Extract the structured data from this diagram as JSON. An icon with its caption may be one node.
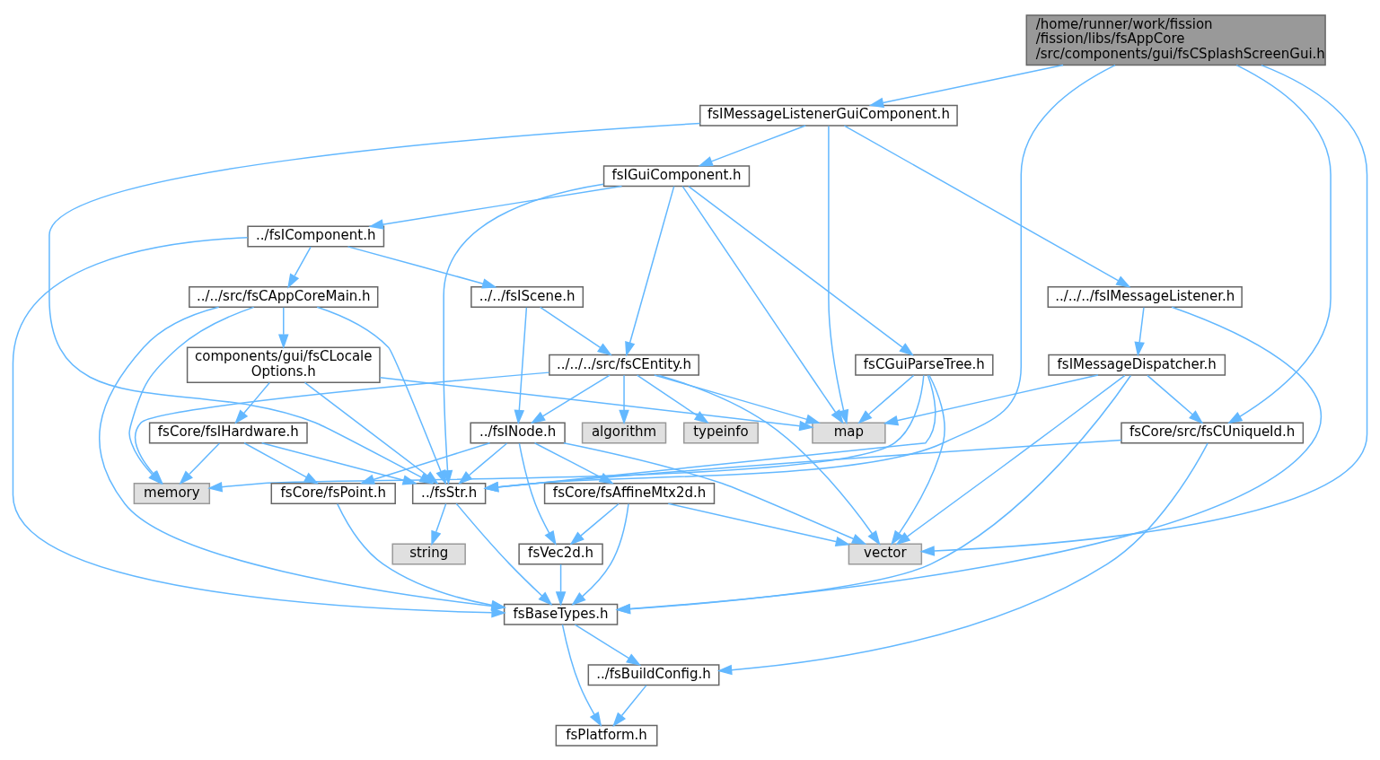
{
  "diagram": {
    "nodes": [
      {
        "text": [
          "/home/runner/work/fission /fission/libs/fsAppCore /src/components/gui/fsCSplashScreenGui.h"
        ]
      },
      {
        "text": [
          "fsIMessageListenerGuiComponent.h"
        ]
      },
      {
        "text": [
          "fsIGuiComponent.h"
        ]
      },
      {
        "text": [
          "../fsIComponent.h"
        ]
      },
      {
        "text": [
          "../../fsIScene.h"
        ]
      },
      {
        "text": [
          "../../src/fsCAppCoreMain.h"
        ]
      },
      {
        "text": [
          "../../../fsIMessageListener.h"
        ]
      },
      {
        "text": [
          "../../../src/fsCEntity.h"
        ]
      },
      {
        "text": [
          "fsCGuiParseTree.h"
        ]
      },
      {
        "text": [
          "components/gui/fsCLocale Options.h"
        ]
      },
      {
        "text": [
          "fsIMessageDispatcher.h"
        ]
      },
      {
        "text": [
          "algorithm"
        ]
      },
      {
        "text": [
          "typeinfo"
        ]
      },
      {
        "text": [
          "../fsINode.h"
        ]
      },
      {
        "text": [
          "fsCore/fsIHardware.h"
        ]
      },
      {
        "text": [
          "map"
        ]
      },
      {
        "text": [
          "fsCore/src/fsCUniqueId.h"
        ]
      },
      {
        "text": [
          "fsCore/fsAffineMtx2d.h"
        ]
      },
      {
        "text": [
          "memory"
        ]
      },
      {
        "text": [
          "fsCore/fsPoint.h"
        ]
      },
      {
        "text": [
          "../fsStr.h"
        ]
      },
      {
        "text": [
          "vector"
        ]
      },
      {
        "text": [
          "fsVec2d.h"
        ]
      },
      {
        "text": [
          "string"
        ]
      },
      {
        "text": [
          "fsBaseTypes.h"
        ]
      },
      {
        "text": [
          "../fsBuildConfig.h"
        ]
      },
      {
        "text": [
          "fsPlatform.h"
        ]
      }
    ],
    "edges": [
      {
        "from": 0,
        "to": 21,
        "arrow": "to"
      },
      {
        "from": 0,
        "to": 1,
        "arrow": "to"
      },
      {
        "from": 0,
        "to": 16,
        "arrow": "to"
      },
      {
        "from": 0,
        "to": 20,
        "arrow": "to"
      },
      {
        "from": 1,
        "to": 2,
        "arrow": "to"
      },
      {
        "from": 1,
        "to": 15,
        "arrow": "to"
      },
      {
        "from": 1,
        "to": 20,
        "arrow": "to"
      },
      {
        "from": 1,
        "to": 6,
        "arrow": "to"
      },
      {
        "from": 2,
        "to": 7,
        "arrow": "to"
      },
      {
        "from": 2,
        "to": 8,
        "arrow": "to"
      },
      {
        "from": 2,
        "to": 3,
        "arrow": "to"
      },
      {
        "from": 2,
        "to": 15,
        "arrow": "to"
      },
      {
        "from": 2,
        "to": 20,
        "arrow": "to"
      },
      {
        "from": 3,
        "to": 4,
        "arrow": "to"
      },
      {
        "from": 3,
        "to": 5,
        "arrow": "to"
      },
      {
        "from": 3,
        "to": 24,
        "arrow": "to"
      },
      {
        "from": 4,
        "to": 7,
        "arrow": "to"
      },
      {
        "from": 4,
        "to": 13,
        "arrow": "to"
      },
      {
        "from": 5,
        "to": 18,
        "arrow": "to"
      },
      {
        "from": 5,
        "to": 24,
        "arrow": "to"
      },
      {
        "from": 5,
        "to": 9,
        "arrow": "to"
      },
      {
        "from": 5,
        "to": 20,
        "arrow": "to"
      },
      {
        "from": 6,
        "to": 10,
        "arrow": "to"
      },
      {
        "from": 6,
        "to": 24,
        "arrow": "to"
      },
      {
        "from": 7,
        "to": 21,
        "arrow": "to"
      },
      {
        "from": 7,
        "to": 18,
        "arrow": "to"
      },
      {
        "from": 7,
        "to": 11,
        "arrow": "to"
      },
      {
        "from": 7,
        "to": 12,
        "arrow": "to"
      },
      {
        "from": 7,
        "to": 13,
        "arrow": "to"
      },
      {
        "from": 7,
        "to": 15,
        "arrow": "to"
      },
      {
        "from": 8,
        "to": 21,
        "arrow": "to"
      },
      {
        "from": 8,
        "to": 18,
        "arrow": "to"
      },
      {
        "from": 8,
        "to": 15,
        "arrow": "to"
      },
      {
        "from": 8,
        "to": 20,
        "arrow": "to"
      },
      {
        "from": 9,
        "to": 14,
        "arrow": "to"
      },
      {
        "from": 9,
        "to": 15,
        "arrow": "to"
      },
      {
        "from": 9,
        "to": 20,
        "arrow": "to"
      },
      {
        "from": 10,
        "to": 15,
        "arrow": "to"
      },
      {
        "from": 10,
        "to": 21,
        "arrow": "to"
      },
      {
        "from": 10,
        "to": 24,
        "arrow": "to"
      },
      {
        "from": 10,
        "to": 16,
        "arrow": "to"
      },
      {
        "from": 13,
        "to": 21,
        "arrow": "to"
      },
      {
        "from": 13,
        "to": 17,
        "arrow": "to"
      },
      {
        "from": 13,
        "to": 22,
        "arrow": "to"
      },
      {
        "from": 13,
        "to": 19,
        "arrow": "to"
      },
      {
        "from": 13,
        "to": 20,
        "arrow": "to"
      },
      {
        "from": 14,
        "to": 18,
        "arrow": "to"
      },
      {
        "from": 14,
        "to": 19,
        "arrow": "to"
      },
      {
        "from": 14,
        "to": 20,
        "arrow": "to"
      },
      {
        "from": 16,
        "to": 20,
        "arrow": "to"
      },
      {
        "from": 16,
        "to": 25,
        "arrow": "to"
      },
      {
        "from": 17,
        "to": 21,
        "arrow": "to"
      },
      {
        "from": 17,
        "to": 22,
        "arrow": "to"
      },
      {
        "from": 17,
        "to": 24,
        "arrow": "to"
      },
      {
        "from": 19,
        "to": 24,
        "arrow": "to"
      },
      {
        "from": 20,
        "to": 23,
        "arrow": "to"
      },
      {
        "from": 20,
        "to": 24,
        "arrow": "to"
      },
      {
        "from": 22,
        "to": 24,
        "arrow": "to"
      },
      {
        "from": 24,
        "to": 25,
        "arrow": "to"
      },
      {
        "from": 24,
        "to": 26,
        "arrow": "to"
      },
      {
        "from": 25,
        "to": 26,
        "arrow": "to"
      }
    ]
  }
}
